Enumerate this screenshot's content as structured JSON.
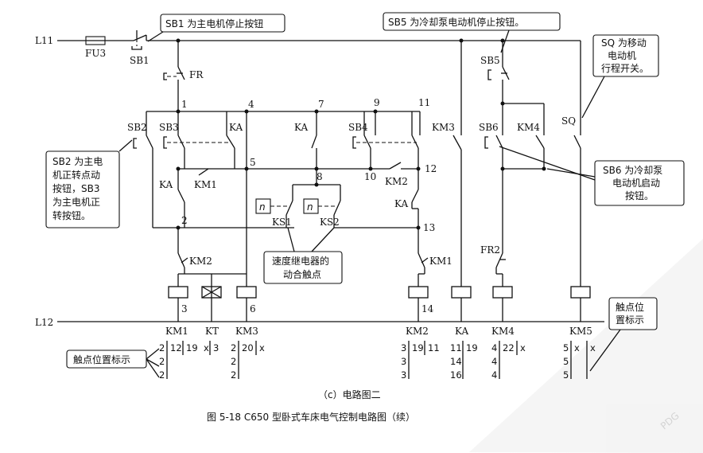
{
  "lines": {
    "l11": "L11",
    "l12": "L12"
  },
  "fuse": "FU3",
  "switches": {
    "sb1": "SB1",
    "fr": "FR",
    "sb5": "SB5",
    "sq": "SQ",
    "sb2": "SB2",
    "sb3": "SB3",
    "ka": "KA",
    "sb4": "SB4",
    "km3": "KM3",
    "sb6": "SB6",
    "km4": "KM4",
    "km1": "KM1",
    "km2": "KM2",
    "ks1": "KS1",
    "ks2": "KS2",
    "n": "n",
    "fr2": "FR2"
  },
  "nodes": [
    "1",
    "4",
    "7",
    "9",
    "11",
    "5",
    "8",
    "10",
    "12",
    "2",
    "13",
    "3",
    "6",
    "14"
  ],
  "coil_labels": [
    "KM1",
    "KT",
    "KM3",
    "KM2",
    "KA",
    "KM4",
    "KM5"
  ],
  "contact_table": {
    "km1": {
      "c1": [
        "2",
        "2",
        "2"
      ],
      "c2": [
        "12"
      ],
      "c3": [
        "19"
      ],
      "c4": [
        "x"
      ]
    },
    "kt": {
      "c1": [
        "3"
      ]
    },
    "km3": {
      "c1": [
        "2",
        "2",
        "2"
      ],
      "c2": [
        "20"
      ],
      "c3": [
        "x"
      ]
    },
    "km2": {
      "c1": [
        "3",
        "3",
        "3"
      ],
      "c2": [
        "19"
      ],
      "c3": [
        "11"
      ]
    },
    "ka": {
      "c1": [
        "11",
        "14",
        "16"
      ],
      "c2": [
        "19"
      ]
    },
    "km4": {
      "c1": [
        "4",
        "4",
        "4"
      ],
      "c2": [
        "22"
      ],
      "c3": [
        "x"
      ]
    },
    "km5": {
      "c1": [
        "5",
        "5",
        "5"
      ],
      "c2": [
        "x"
      ],
      "c3": [
        "x"
      ]
    }
  },
  "callouts": {
    "sb1": "SB1 为主电机停止按钮",
    "sb5": "SB5 为冷却泵电动机停止按钮。",
    "sq": [
      "SQ 为移动",
      "电动机",
      "行程开关。"
    ],
    "sb2": [
      "SB2 为主电",
      "机正转点动",
      "按钮，SB3",
      "为主电机正",
      "转按钮。"
    ],
    "sb6": [
      "SB6 为冷却泵",
      "电动机启动",
      "按钮。"
    ],
    "ks": [
      "速度继电器的",
      "动合触点"
    ],
    "contact_pos_left": "触点位置标示",
    "contact_pos_right": [
      "触点位",
      "置标示"
    ]
  },
  "caption_sub": "（c）电路图二",
  "caption_main": "图 5-18   C650 型卧式车床电气控制电路图（续）",
  "watermark": "PDG"
}
